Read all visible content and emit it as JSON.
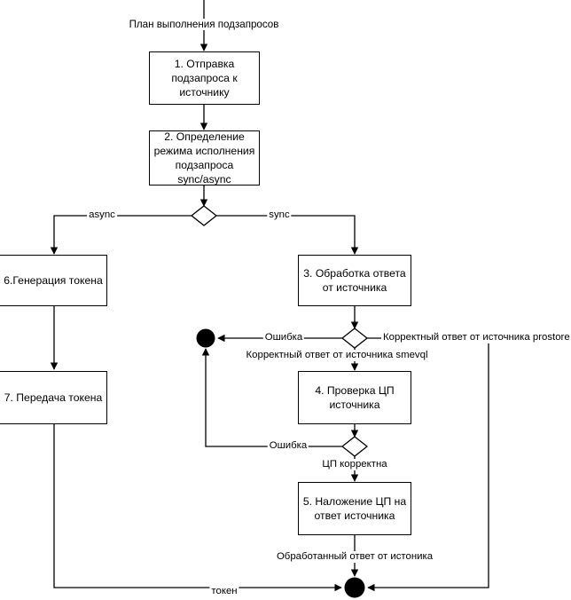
{
  "diagram": {
    "title": "План выполнения подзапросов",
    "type": "flowchart",
    "line_color": "#000000",
    "background": "#ffffff",
    "node_fill": "#ffffff",
    "nodes": [
      {
        "id": "n1",
        "shape": "rect",
        "label": "1. Отправка\nподзапроса к\nисточнику"
      },
      {
        "id": "n2",
        "shape": "rect",
        "label": "2. Определение\nрежима исполнения\nподзапроса\nsync/async"
      },
      {
        "id": "d1",
        "shape": "diamond",
        "label": ""
      },
      {
        "id": "n6",
        "shape": "rect",
        "label": "6.Генерация токена"
      },
      {
        "id": "n3",
        "shape": "rect",
        "label": "3. Обработка ответа\nот источника"
      },
      {
        "id": "d2",
        "shape": "diamond",
        "label": ""
      },
      {
        "id": "e1",
        "shape": "circle",
        "label": ""
      },
      {
        "id": "n7",
        "shape": "rect",
        "label": "7. Передача токена"
      },
      {
        "id": "n4",
        "shape": "rect",
        "label": "4. Проверка ЦП\nисточника"
      },
      {
        "id": "d3",
        "shape": "diamond",
        "label": ""
      },
      {
        "id": "n5",
        "shape": "rect",
        "label": "5. Наложение ЦП на\nответ источника"
      },
      {
        "id": "e2",
        "shape": "circle",
        "label": ""
      }
    ],
    "edge_labels": {
      "async": "async",
      "sync": "sync",
      "error_1": "Ошибка",
      "correct_prostore": "Корректный ответ от источника prostore",
      "correct_smevql": "Корректный ответ от источника smevql",
      "error_2": "Ошибка",
      "cp_correct": "ЦП корректна",
      "processed_answer": "Обработанный ответ от истоника",
      "token": "токен"
    }
  }
}
